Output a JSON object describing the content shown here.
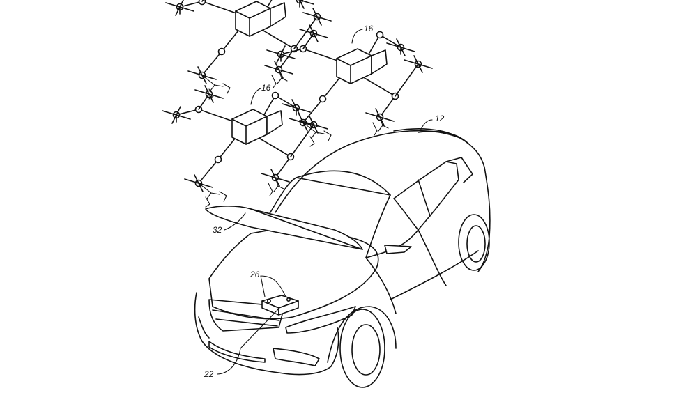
{
  "figure": {
    "labels": {
      "vehicle": "12",
      "drone_a": "16",
      "drone_b": "16",
      "hood": "32",
      "battery_unit": "26",
      "front_module": "22"
    }
  }
}
